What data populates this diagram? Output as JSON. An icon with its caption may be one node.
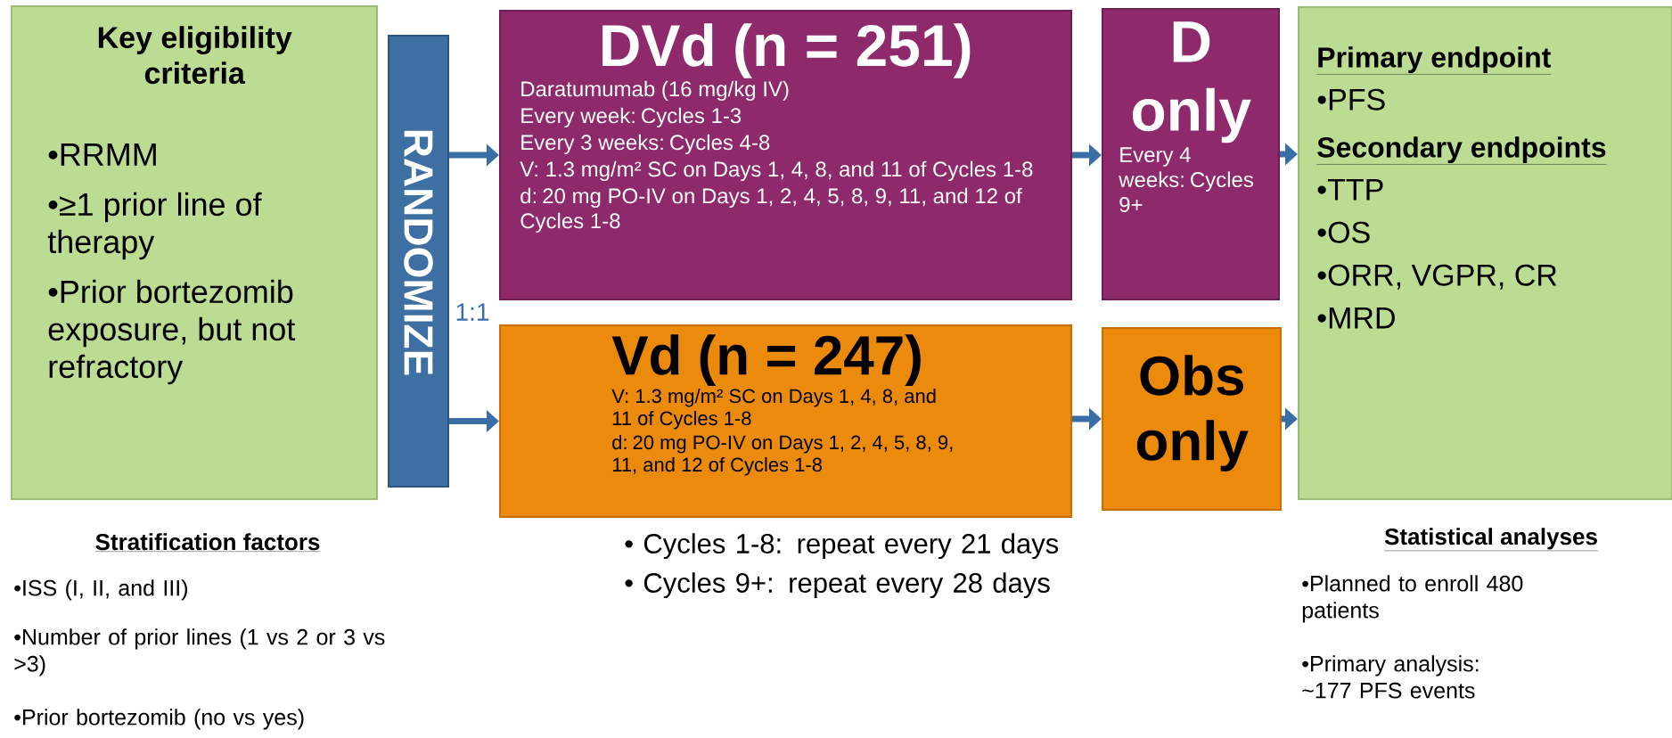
{
  "diagram": {
    "nodes": [
      {
        "text": [
          "Key eligibility criteria",
          "•RRMM",
          "•≥1 prior line of therapy",
          "•Prior bortezomib exposure, but not refractory"
        ]
      },
      {
        "text": [
          "RANDOMIZE"
        ],
        "beside": [
          "1:1"
        ]
      },
      {
        "text": [
          "DVd (n = 251)",
          "Daratumumab (16 mg/kg IV)",
          "Every week: Cycles 1-3",
          "Every 3 weeks: Cycles 4-8",
          "V: 1.3 mg/m² SC on Days 1, 4, 8, and 11 of Cycles 1-8",
          "d: 20 mg PO-IV on Days 1, 2, 4, 5, 8, 9, 11, and 12 of Cycles 1-8"
        ]
      },
      {
        "text": [
          "D only",
          "Every 4 weeks: Cycles 9+"
        ]
      },
      {
        "text": [
          "Vd (n = 247)",
          "V: 1.3 mg/m² SC on Days 1, 4, 8, and 11 of Cycles 1-8",
          "d: 20 mg PO-IV on Days 1, 2, 4, 5, 8, 9, 11, and 12 of Cycles 1-8"
        ]
      },
      {
        "text": [
          "Obs only"
        ]
      },
      {
        "text": [
          "Primary endpoint",
          "•PFS",
          "Secondary endpoints",
          "•TTP",
          "•OS",
          "•ORR, VGPR, CR",
          "•MRD"
        ]
      }
    ],
    "edges": [
      {
        "from": 1,
        "to": 2,
        "arrow": "to"
      },
      {
        "from": 1,
        "to": 4,
        "arrow": "to"
      },
      {
        "from": 2,
        "to": 3,
        "arrow": "to"
      },
      {
        "from": 4,
        "to": 5,
        "arrow": "to"
      },
      {
        "from": 3,
        "to": 6,
        "arrow": "to"
      },
      {
        "from": 5,
        "to": 6,
        "arrow": "to"
      }
    ],
    "labels": [
      "Stratification factors",
      "•ISS (I, II, and III)",
      "•Number of prior lines (1 vs 2 or 3 vs >3)",
      "•Prior bortezomib (no vs yes)",
      "• Cycles 1-8: repeat every 21 days",
      "• Cycles 9+: repeat every 28 days",
      "Statistical analyses",
      "•Planned to enroll 480 patients",
      "•Primary analysis: ~177 PFS events"
    ]
  }
}
